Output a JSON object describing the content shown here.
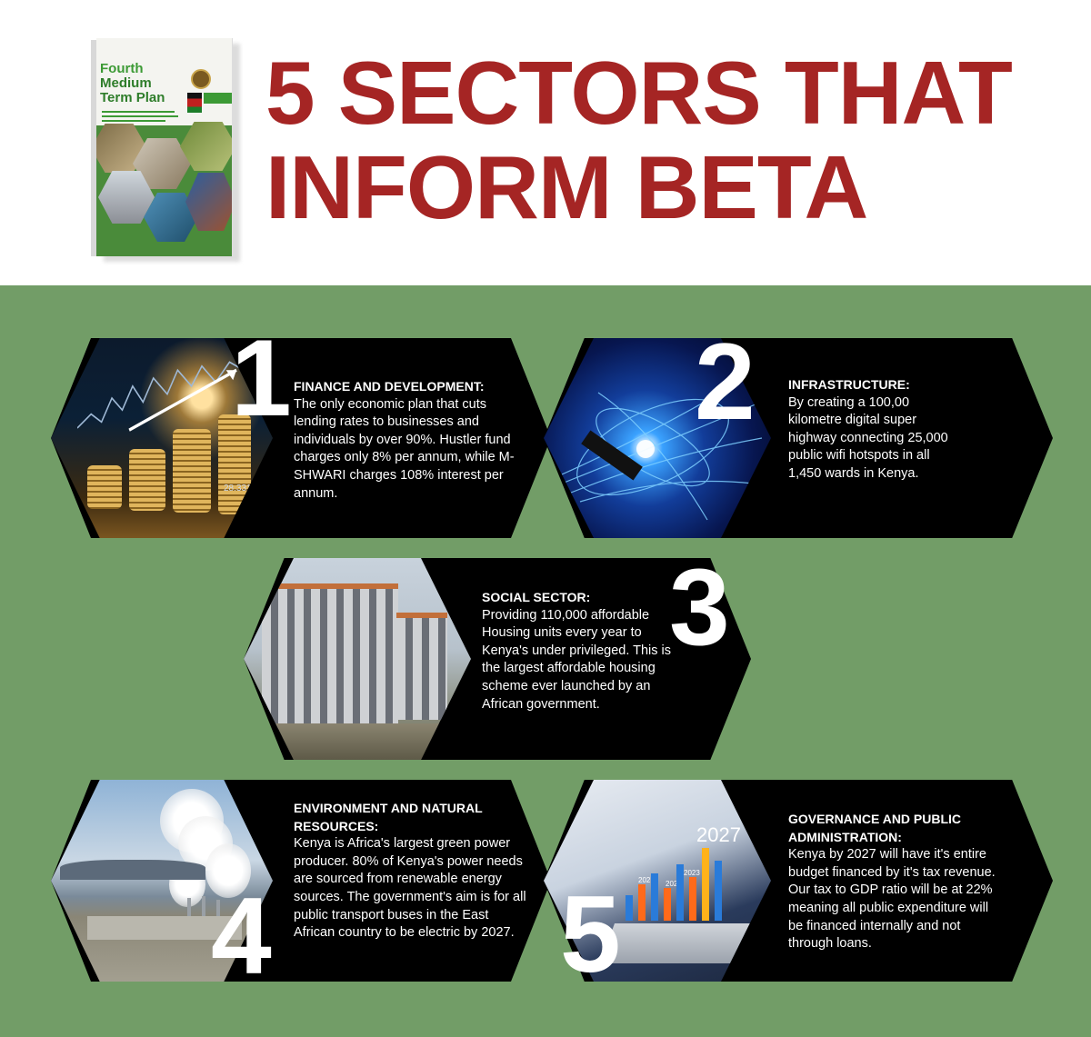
{
  "header": {
    "title_line1": "5 SECTORS THAT",
    "title_line2": "INFORM BETA",
    "title_color": "#a52524"
  },
  "book": {
    "title_line1": "Fourth",
    "title_line2": "Medium",
    "title_line3": "Term Plan"
  },
  "background_color": "#729d67",
  "sectors": [
    {
      "number": "1",
      "title": "FINANCE AND DEVELOPMENT:",
      "body": "The only economic plan that cuts lending rates to businesses and individuals by over 90%. Hustler fund charges only 8% per annum, while M-SHWARI charges 108% interest per annum.",
      "image_label": "28.331"
    },
    {
      "number": "2",
      "title": "INFRASTRUCTURE:",
      "body": "By creating a 100,00 kilometre digital super highway connecting 25,000 public wifi hotspots in all 1,450 wards in Kenya."
    },
    {
      "number": "3",
      "title": "SOCIAL SECTOR:",
      "body": "Providing 110,000 affordable Housing units every year to Kenya's under privileged. This is the largest affordable housing scheme ever launched by an African government."
    },
    {
      "number": "4",
      "title": "ENVIRONMENT AND NATURAL RESOURCES:",
      "body": "Kenya is Africa's largest green power producer. 80% of Kenya's power needs are sourced from renewable energy sources. The government's aim is for all public transport buses in the East African country to be electric by 2027."
    },
    {
      "number": "5",
      "title": "GOVERNANCE AND PUBLIC ADMINISTRATION:",
      "body": "Kenya by 2027 will have it's entire budget financed by it's tax revenue. Our tax to GDP ratio will be at 22% meaning all public expenditure will be financed internally and not through loans.",
      "image_labels": [
        "2027",
        "2021",
        "2022",
        "2023"
      ]
    }
  ]
}
